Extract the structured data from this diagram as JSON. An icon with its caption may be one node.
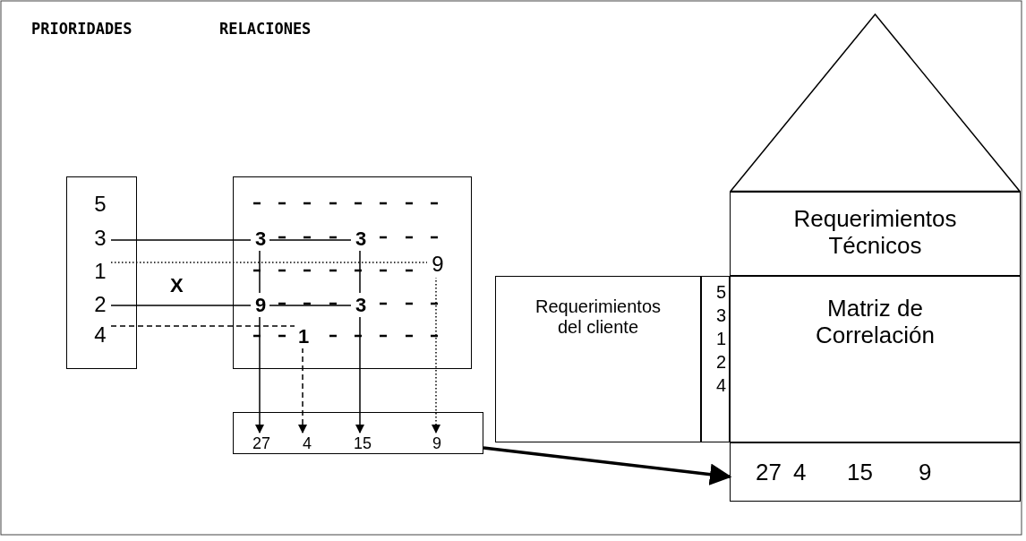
{
  "diagram": {
    "nodes": [
      {
        "text": [],
        "shape": "box"
      },
      {
        "text": [
          "5"
        ],
        "in": 0
      },
      {
        "text": [
          "3"
        ],
        "in": 0
      },
      {
        "text": [
          "1"
        ],
        "in": 0
      },
      {
        "text": [
          "2"
        ],
        "in": 0
      },
      {
        "text": [
          "4"
        ],
        "in": 0
      },
      {
        "text": [],
        "shape": "box"
      },
      {
        "text": [
          "3"
        ],
        "in": 6
      },
      {
        "text": [
          "3"
        ],
        "in": 6
      },
      {
        "text": [
          "9"
        ],
        "in": 6
      },
      {
        "text": [
          "9"
        ],
        "in": 6
      },
      {
        "text": [
          "3"
        ],
        "in": 6
      },
      {
        "text": [
          "1"
        ],
        "in": 6
      },
      {
        "text": [],
        "shape": "box"
      },
      {
        "text": [
          "27"
        ],
        "in": 13
      },
      {
        "text": [
          "4"
        ],
        "in": 13
      },
      {
        "text": [
          "15"
        ],
        "in": 13
      },
      {
        "text": [
          "9"
        ],
        "in": 13
      },
      {
        "text": [],
        "shape": "triangle"
      },
      {
        "text": [
          "Requerimientos Técnicos"
        ]
      },
      {
        "text": [
          "Requerimientos del cliente"
        ]
      },
      {
        "text": [
          "5",
          "3",
          "1",
          "2",
          "4"
        ]
      },
      {
        "text": [
          "Matriz de Correlación"
        ]
      },
      {
        "text": [
          "27",
          "4",
          "15",
          "9"
        ]
      }
    ],
    "edges": [
      {
        "from": 2,
        "to": 7,
        "arrow": "none"
      },
      {
        "from": 7,
        "to": 8,
        "arrow": "none"
      },
      {
        "from": 4,
        "to": 10,
        "arrow": "none"
      },
      {
        "from": 10,
        "to": 11,
        "arrow": "none"
      },
      {
        "from": 3,
        "to": 9,
        "arrow": "none",
        "style": "dashed"
      },
      {
        "from": 5,
        "to": 12,
        "arrow": "none",
        "style": "dashed"
      },
      {
        "from": 7,
        "to": 10,
        "arrow": "none"
      },
      {
        "from": 8,
        "to": 11,
        "arrow": "none"
      },
      {
        "from": 10,
        "to": 14,
        "arrow": "to"
      },
      {
        "from": 11,
        "to": 16,
        "arrow": "to"
      },
      {
        "from": 12,
        "to": 15,
        "arrow": "to",
        "style": "dashed"
      },
      {
        "from": 9,
        "to": 17,
        "arrow": "to",
        "style": "dashed"
      },
      {
        "from": 13,
        "to": 23,
        "arrow": "to",
        "style": "thick"
      }
    ],
    "labels": [
      "PRIORIDADES",
      "RELACIONES",
      "X"
    ]
  }
}
